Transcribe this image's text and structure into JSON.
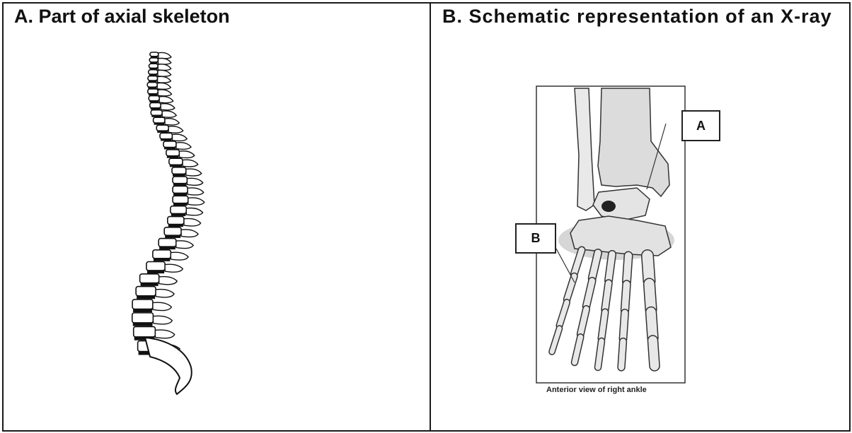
{
  "panel_a": {
    "title": "A. Part of axial skeleton"
  },
  "panel_b": {
    "title": "B. Schematic representation of an X-ray",
    "caption": "Anterior view of right ankle",
    "label_a": "A",
    "label_b": "B"
  }
}
